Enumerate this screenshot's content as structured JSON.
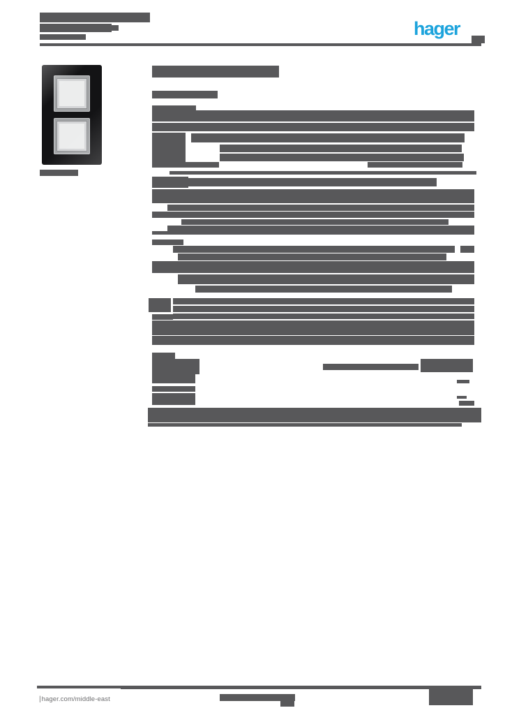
{
  "meta": {
    "bar_color": "#58585a",
    "accent_blue": "#1ca3dc",
    "page_background": "#ffffff",
    "note": "Downscaled product datasheet page; body text illegible (rendered as gray bars)"
  },
  "header": {
    "logo_text": "hager"
  },
  "product": {
    "image_alt": "black glass 2-gang vertical frame with two silver square windows"
  },
  "footer": {
    "link_prefix": "|",
    "link_text": "hager.com/middle-east"
  },
  "redactions": {
    "header_title": [
      [
        57,
        18,
        158,
        14
      ],
      [
        57,
        34,
        103,
        12
      ],
      [
        115,
        36,
        55,
        8
      ],
      [
        57,
        49,
        66,
        8
      ]
    ],
    "product_caption": [
      [
        57,
        243,
        55,
        9
      ]
    ],
    "main_content": [
      [
        218,
        94,
        182,
        17
      ],
      [
        218,
        130,
        94,
        11
      ],
      [
        218,
        151,
        63,
        11
      ],
      [
        218,
        158,
        462,
        16
      ],
      [
        218,
        176,
        462,
        12
      ],
      [
        218,
        190,
        48,
        48
      ],
      [
        274,
        191,
        392,
        13
      ],
      [
        315,
        207,
        347,
        11
      ],
      [
        315,
        220,
        350,
        11
      ],
      [
        218,
        232,
        96,
        8
      ],
      [
        527,
        232,
        136,
        8
      ],
      [
        243,
        245,
        440,
        5
      ],
      [
        218,
        253,
        52,
        16
      ],
      [
        246,
        255,
        380,
        12
      ],
      [
        218,
        271,
        462,
        20
      ],
      [
        240,
        293,
        440,
        9
      ],
      [
        218,
        303,
        462,
        9
      ],
      [
        260,
        314,
        383,
        8
      ],
      [
        240,
        323,
        440,
        9
      ],
      [
        218,
        331,
        462,
        5
      ],
      [
        218,
        343,
        45,
        8
      ],
      [
        248,
        352,
        404,
        10
      ],
      [
        660,
        352,
        20,
        10
      ],
      [
        255,
        363,
        385,
        10
      ],
      [
        218,
        374,
        38,
        17
      ],
      [
        255,
        374,
        425,
        17
      ],
      [
        255,
        393,
        425,
        14
      ],
      [
        280,
        409,
        368,
        10
      ],
      [
        213,
        427,
        32,
        20
      ],
      [
        248,
        427,
        432,
        9
      ],
      [
        248,
        438,
        432,
        9
      ],
      [
        218,
        450,
        30,
        8
      ],
      [
        248,
        449,
        432,
        8
      ],
      [
        218,
        459,
        462,
        21
      ],
      [
        218,
        481,
        462,
        13
      ],
      [
        218,
        505,
        33,
        9
      ],
      [
        218,
        514,
        68,
        22
      ],
      [
        463,
        521,
        137,
        9
      ],
      [
        603,
        514,
        75,
        19
      ],
      [
        218,
        536,
        62,
        13
      ],
      [
        655,
        544,
        18,
        5
      ],
      [
        218,
        553,
        62,
        8
      ],
      [
        218,
        563,
        62,
        17
      ],
      [
        655,
        567,
        14,
        4
      ],
      [
        658,
        574,
        22,
        7
      ],
      [
        212,
        584,
        478,
        21
      ],
      [
        212,
        606,
        450,
        5
      ]
    ],
    "footer_content": [
      [
        315,
        994,
        108,
        10
      ],
      [
        402,
        1003,
        20,
        9
      ],
      [
        615,
        986,
        63,
        24
      ]
    ]
  }
}
